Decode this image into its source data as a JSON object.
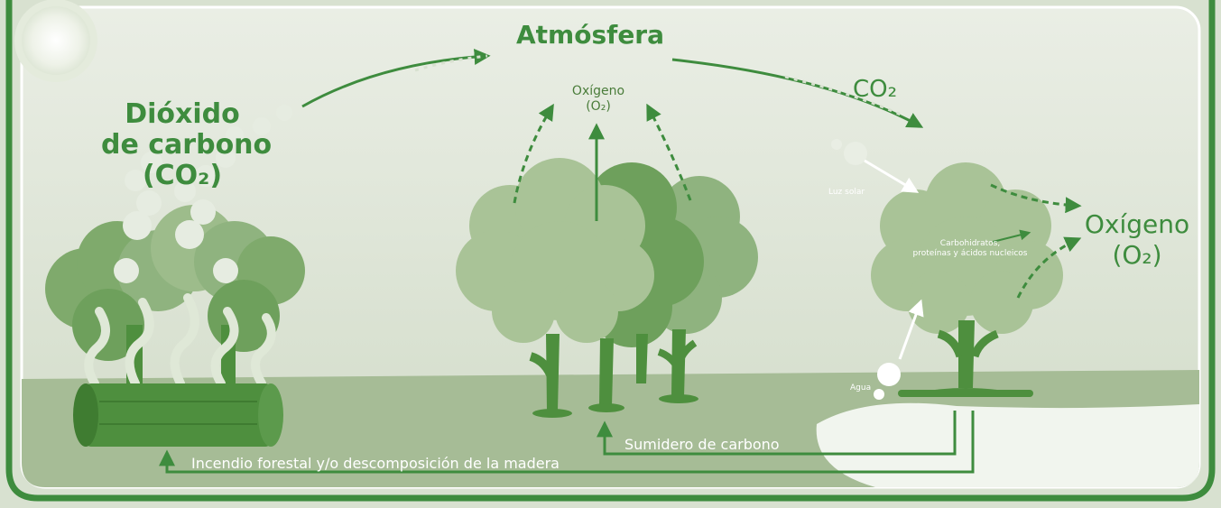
{
  "diagram": {
    "left_label": {
      "line1": "Dióxido",
      "line2": "de carbono",
      "line3": "(CO₂)"
    },
    "top_label": "Atmósfera",
    "middle_label": {
      "line1": "Oxígeno",
      "line2": "(O₂)"
    },
    "co2_label": "CO₂",
    "right_label": {
      "line1": "Oxígeno",
      "line2": "(O₂)"
    },
    "sun_label": "Luz solar",
    "water_label": "Agua",
    "products_label": {
      "line1": "Carbohidratos,",
      "line2": "proteínas y ácidos nucleicos"
    },
    "carbon_sink_label": "Sumidero de carbono",
    "fire_label": "Incendio forestal y/o descomposición de la madera"
  },
  "colors": {
    "frame_border": "#3e8c3e",
    "sky": "#d5dfcd",
    "ground": "#a6bc96",
    "tree_light": "#a9c397",
    "tree_mid": "#8fb37f",
    "tree_dark": "#5c9a4c",
    "trunk": "#4e8f3e",
    "arrow": "#3e8c3e",
    "water": "#f2f6ef",
    "smoke": "#e4eadf",
    "sun": "#f1f4ec"
  }
}
